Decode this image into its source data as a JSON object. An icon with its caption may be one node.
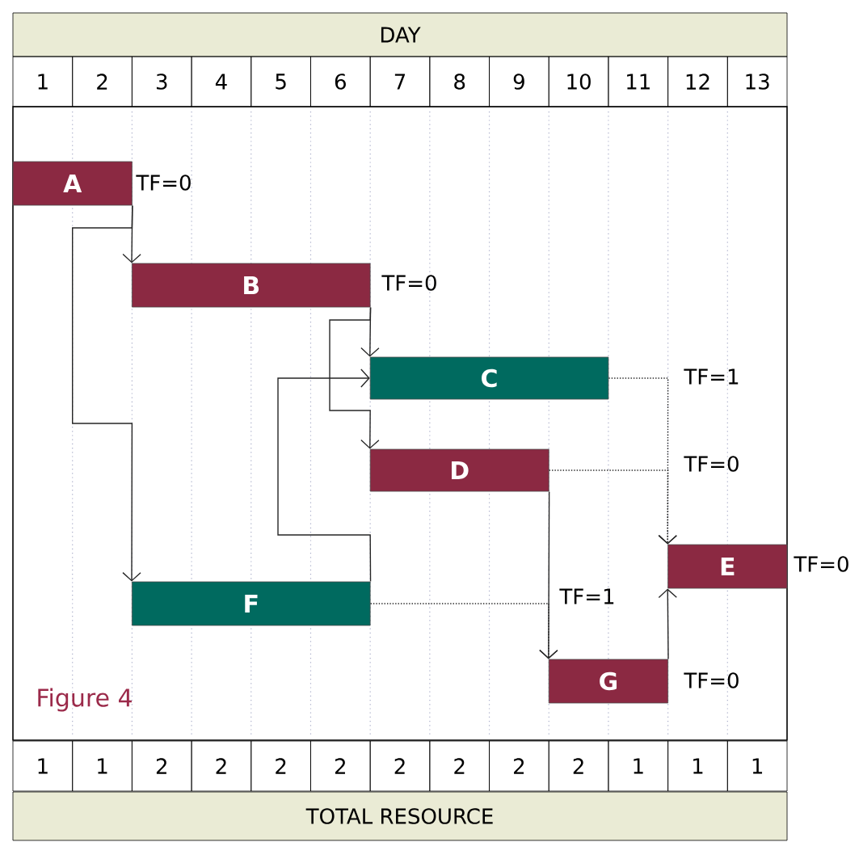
{
  "diagram": {
    "nodes": [
      {
        "text": [
          "A"
        ],
        "beside": [
          "TF=0"
        ]
      },
      {
        "text": [
          "B"
        ],
        "beside": [
          "TF=0"
        ]
      },
      {
        "text": [
          "C"
        ],
        "beside": [
          "TF=1"
        ]
      },
      {
        "text": [
          "D"
        ]
      },
      {
        "text": [
          "E"
        ],
        "beside": [
          "TF=0"
        ]
      },
      {
        "text": [
          "F"
        ]
      },
      {
        "text": [
          "G"
        ],
        "beside": [
          "TF=0"
        ]
      }
    ],
    "edges": [
      {
        "from": 0,
        "to": 1,
        "arrow": "to"
      },
      {
        "from": 0,
        "to": 5,
        "arrow": "to"
      },
      {
        "from": 1,
        "to": 2,
        "arrow": "to"
      },
      {
        "from": 1,
        "to": 3,
        "arrow": "to"
      },
      {
        "from": 5,
        "to": 2,
        "arrow": "to"
      },
      {
        "from": 2,
        "to": 4,
        "arrow": "to",
        "style": "dashed"
      },
      {
        "from": 3,
        "to": 4,
        "arrow": "to",
        "style": "dashed"
      },
      {
        "from": 3,
        "to": 6,
        "arrow": "to"
      },
      {
        "from": 5,
        "to": 6,
        "arrow": "to",
        "style": "dashed"
      },
      {
        "from": 6,
        "to": 4,
        "arrow": "to"
      }
    ],
    "labels": [
      "DAY",
      "1",
      "2",
      "3",
      "4",
      "5",
      "6",
      "7",
      "8",
      "9",
      "10",
      "11",
      "12",
      "13",
      "TF=0",
      "TF=1",
      "Figure 4",
      "1",
      "1",
      "2",
      "2",
      "2",
      "2",
      "2",
      "2",
      "2",
      "2",
      "1",
      "1",
      "1",
      "TOTAL RESOURCE"
    ]
  }
}
